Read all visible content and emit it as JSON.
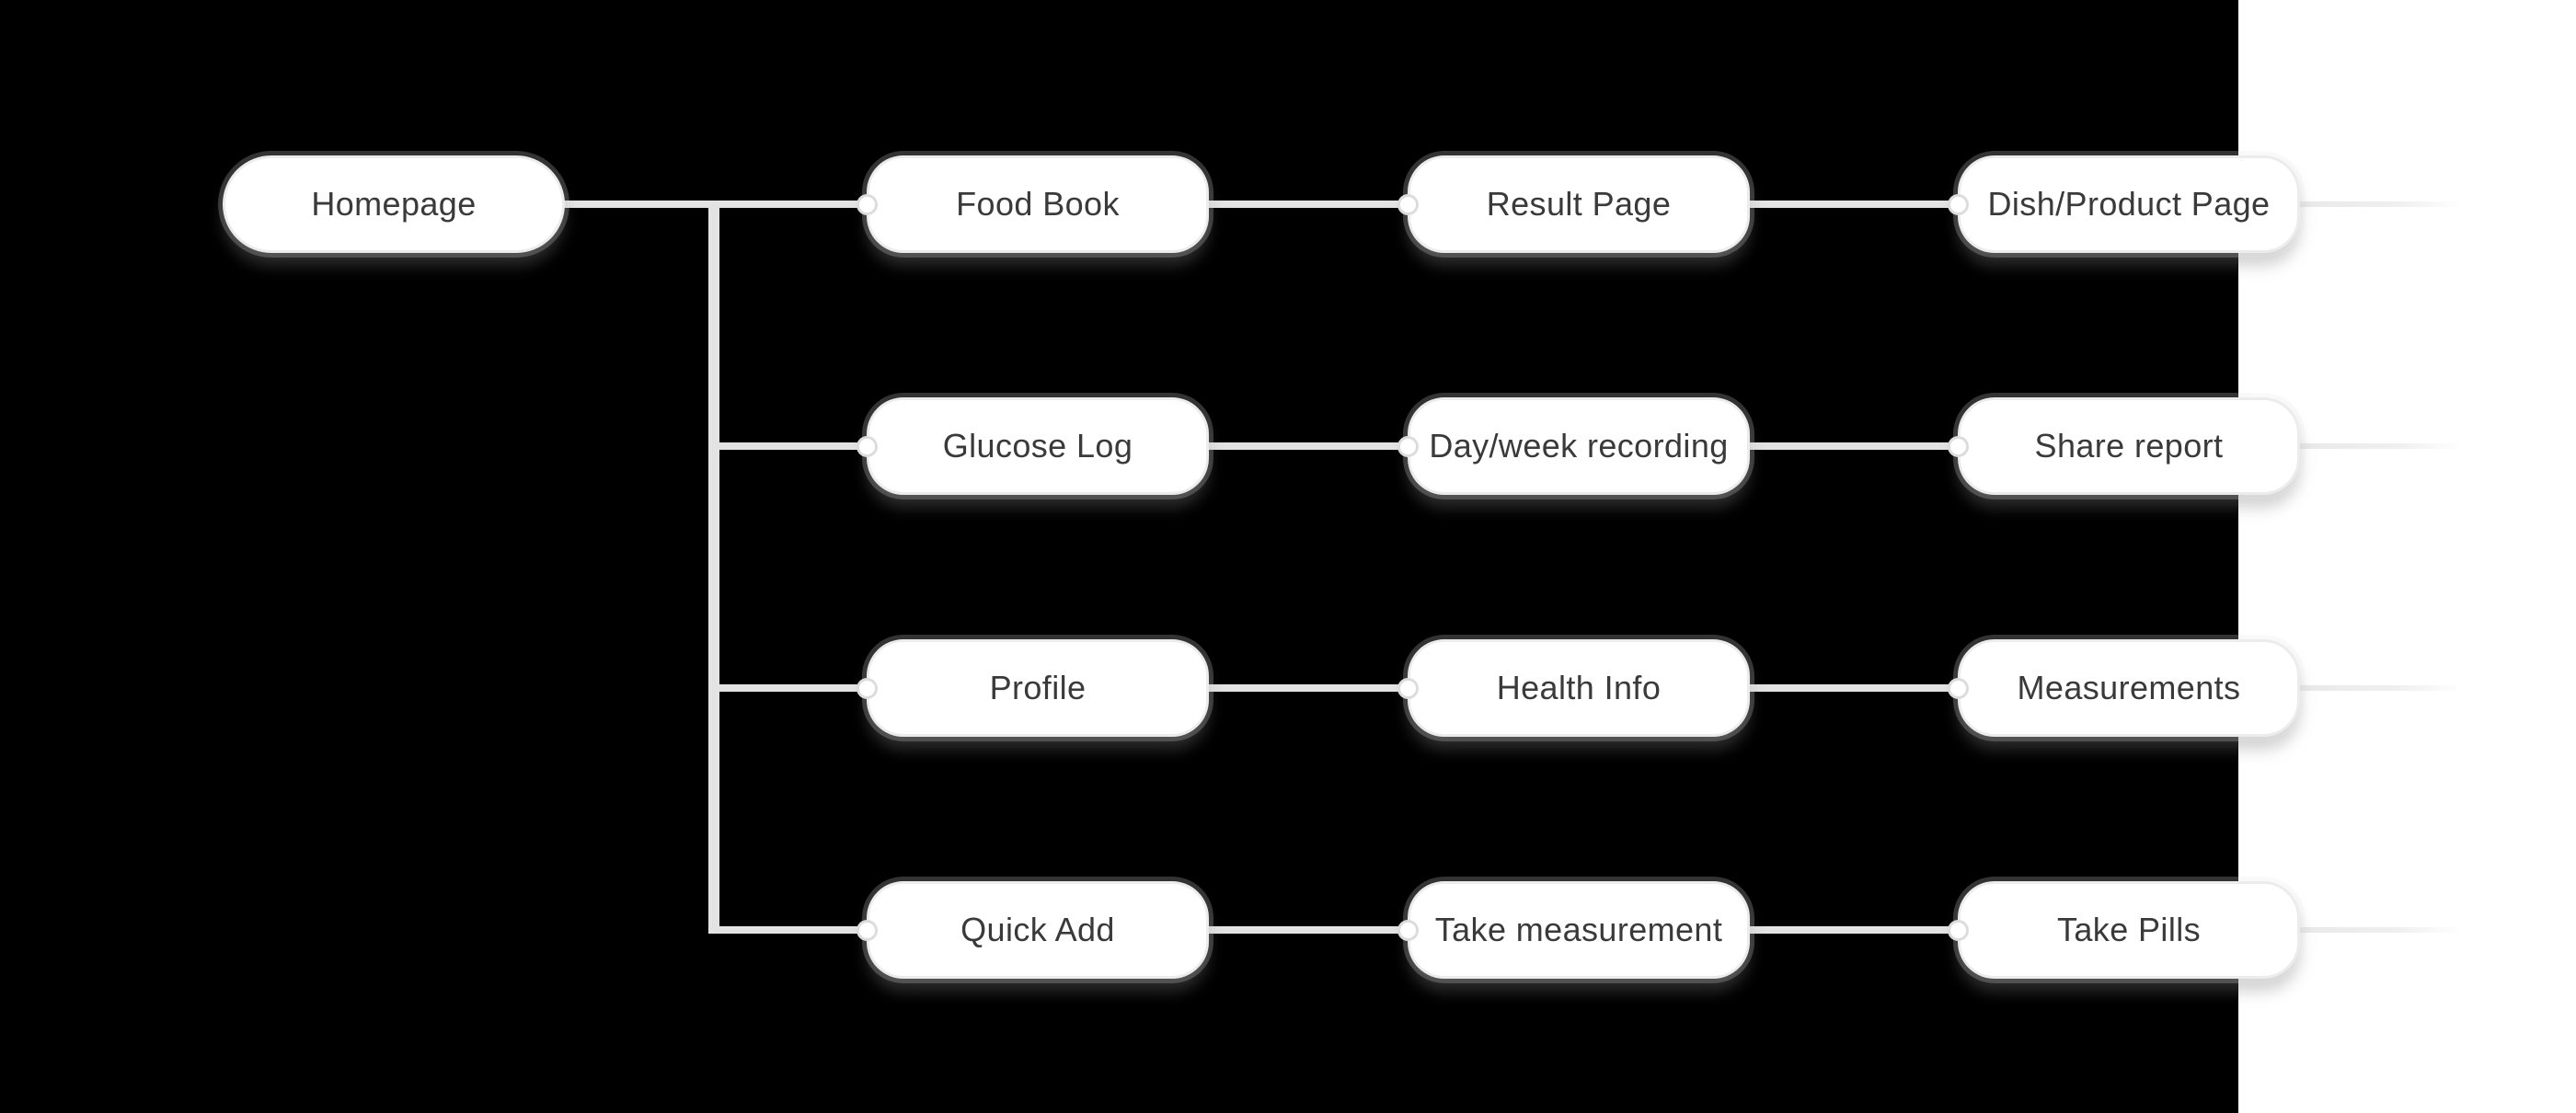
{
  "colors": {
    "backdrop": "#000000",
    "canvas": "#ffffff",
    "node_fill": "#ffffff",
    "node_border": "#ececec",
    "connector": "#e3e3e3",
    "connector_faded": "#e9e9e9",
    "dot_stroke": "#dcdcdc",
    "node_text": "#3a3a3a"
  },
  "sitemap": {
    "row1": {
      "col1": "Homepage",
      "col2": "Food Book",
      "col3": "Result Page",
      "col4": "Dish/Product Page"
    },
    "row2": {
      "col2": "Glucose Log",
      "col3": "Day/week recording",
      "col4": "Share report"
    },
    "row3": {
      "col2": "Profile",
      "col3": "Health Info",
      "col4": "Measurements"
    },
    "row4": {
      "col2": "Quick Add",
      "col3": "Take measurement",
      "col4": "Take Pills"
    }
  }
}
